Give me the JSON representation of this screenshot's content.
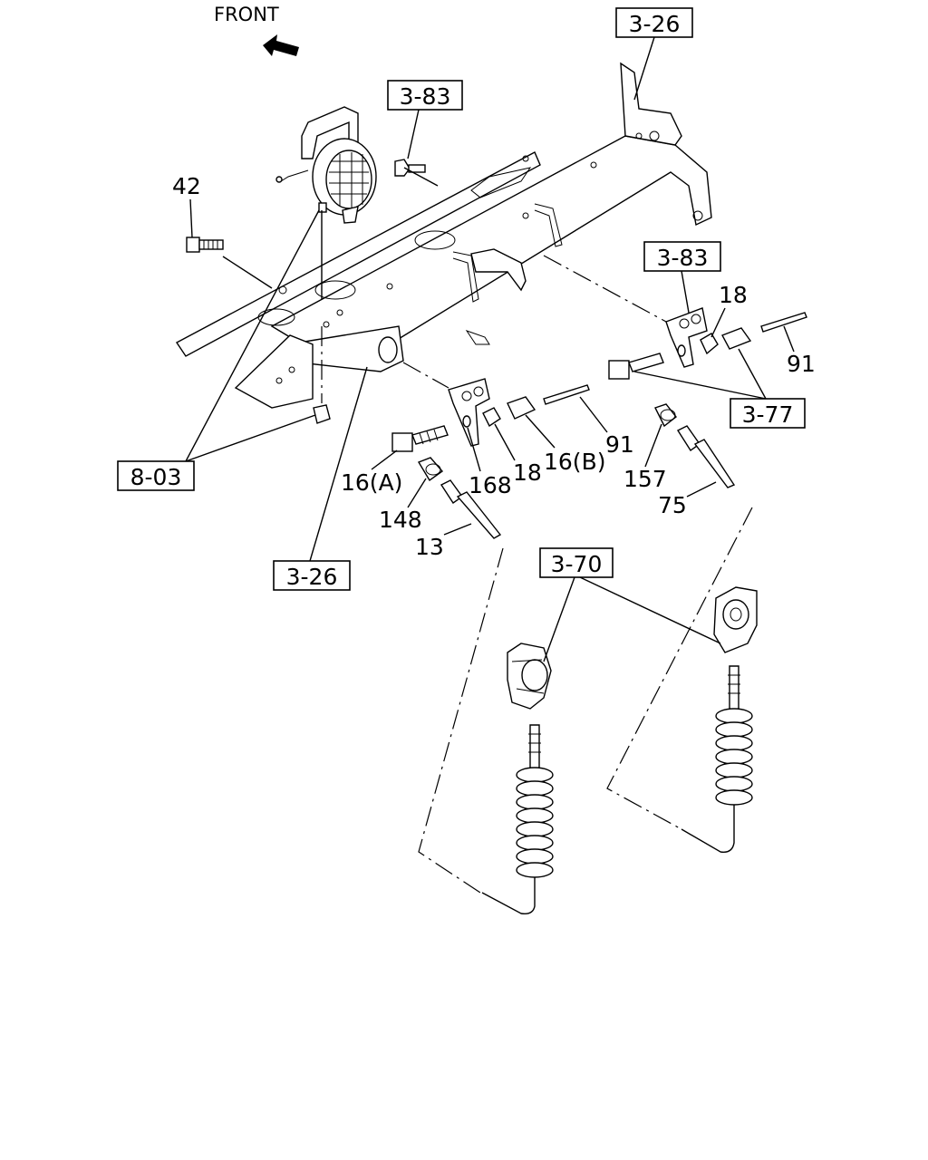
{
  "front_label": "FRONT",
  "refs": {
    "r326_top": "3-26",
    "r383_top": "3-83",
    "r383_right": "3-83",
    "r377": "3-77",
    "r803": "8-03",
    "r326_bottom": "3-26",
    "r370": "3-70"
  },
  "parts": {
    "p42": "42",
    "p18_right": "18",
    "p91_right": "91",
    "p91_mid": "91",
    "p157": "157",
    "p75": "75",
    "p16a": "16(A)",
    "p168": "168",
    "p18_mid": "18",
    "p16b": "16(B)",
    "p148": "148",
    "p13": "13"
  }
}
